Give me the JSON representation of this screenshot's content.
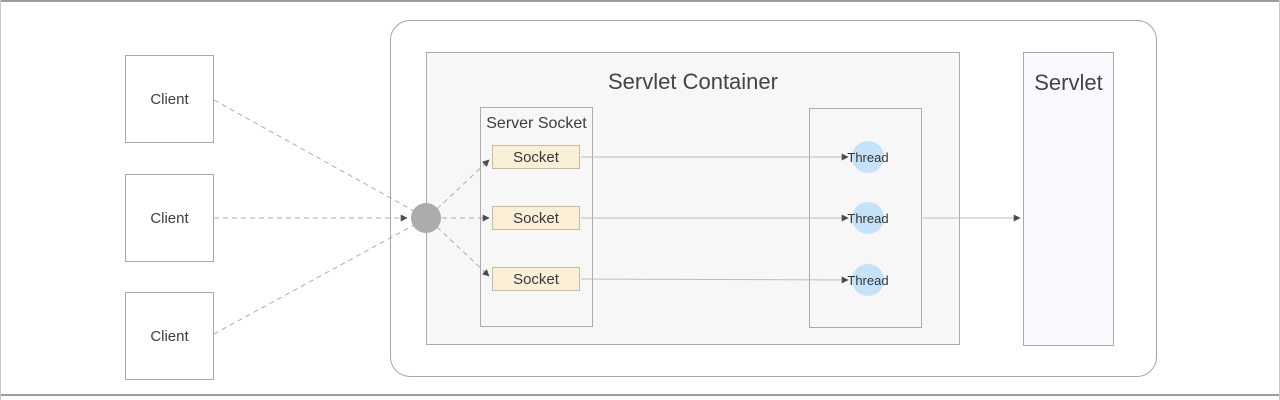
{
  "diagram": {
    "clients": [
      {
        "label": "Client"
      },
      {
        "label": "Client"
      },
      {
        "label": "Client"
      }
    ],
    "servlet_container": {
      "title": "Servlet Container",
      "server_socket": {
        "title": "Server Socket",
        "sockets": [
          {
            "label": "Socket"
          },
          {
            "label": "Socket"
          },
          {
            "label": "Socket"
          }
        ]
      },
      "threads": [
        {
          "label": "Thread"
        },
        {
          "label": "Thread"
        },
        {
          "label": "Thread"
        }
      ]
    },
    "servlet": {
      "title": "Servlet"
    }
  },
  "colors": {
    "socket_fill": "#FBEFD8",
    "socket_border": "#C9BC9E",
    "thread_fill": "#C4E3F9",
    "hub_fill": "#ACACAC",
    "panel_fill": "#F7F7F7",
    "servlet_fill": "#F8FAFD",
    "box_border": "#A9A9A9",
    "line": "#BDBDBD",
    "dashed_line": "#ADADAD",
    "arrow": "#4D4D4D",
    "text": "#3D3D3D"
  }
}
